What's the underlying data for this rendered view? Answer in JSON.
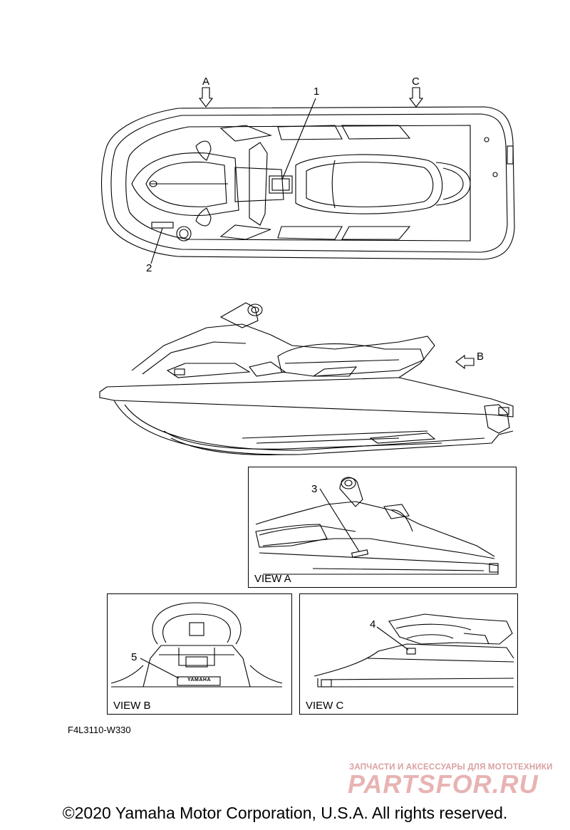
{
  "callouts": {
    "a": "A",
    "c": "C",
    "b": "B",
    "n1": "1",
    "n2": "2",
    "n3": "3",
    "n4": "4",
    "n5": "5"
  },
  "views": {
    "view_a": "VIEW A",
    "view_b": "VIEW B",
    "view_c": "VIEW C"
  },
  "plate_label": "YAMAHA",
  "figure_code": "F4L3110-W330",
  "watermark": {
    "tagline": "ЗАПЧАСТИ И АКСЕССУАРЫ ДЛЯ МОТОТЕХНИКИ",
    "brand": "PARTSFOR.RU"
  },
  "copyright": "©2020 Yamaha Motor Corporation, U.S.A. All rights reserved."
}
